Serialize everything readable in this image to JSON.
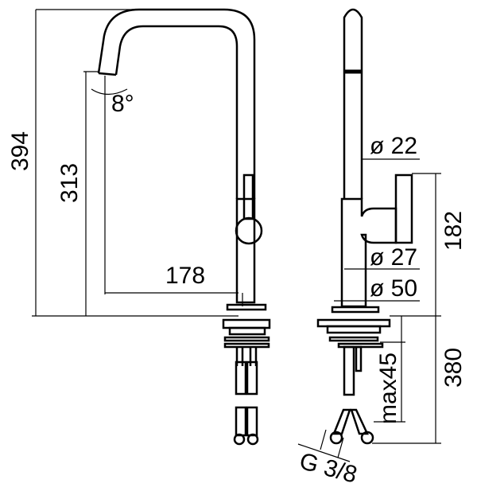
{
  "front_view": {
    "height_total": "394",
    "height_spout": "313",
    "spout_angle": "8°",
    "reach": "178"
  },
  "side_view": {
    "diameter_spout": "ø 22",
    "diameter_body": "ø 27",
    "diameter_base": "ø 50",
    "handle_height": "182",
    "hose_length": "380",
    "max_deck_thickness": "max45",
    "connection_thread": "G 3/8"
  },
  "colors": {
    "line": "#000000",
    "background": "#ffffff"
  }
}
